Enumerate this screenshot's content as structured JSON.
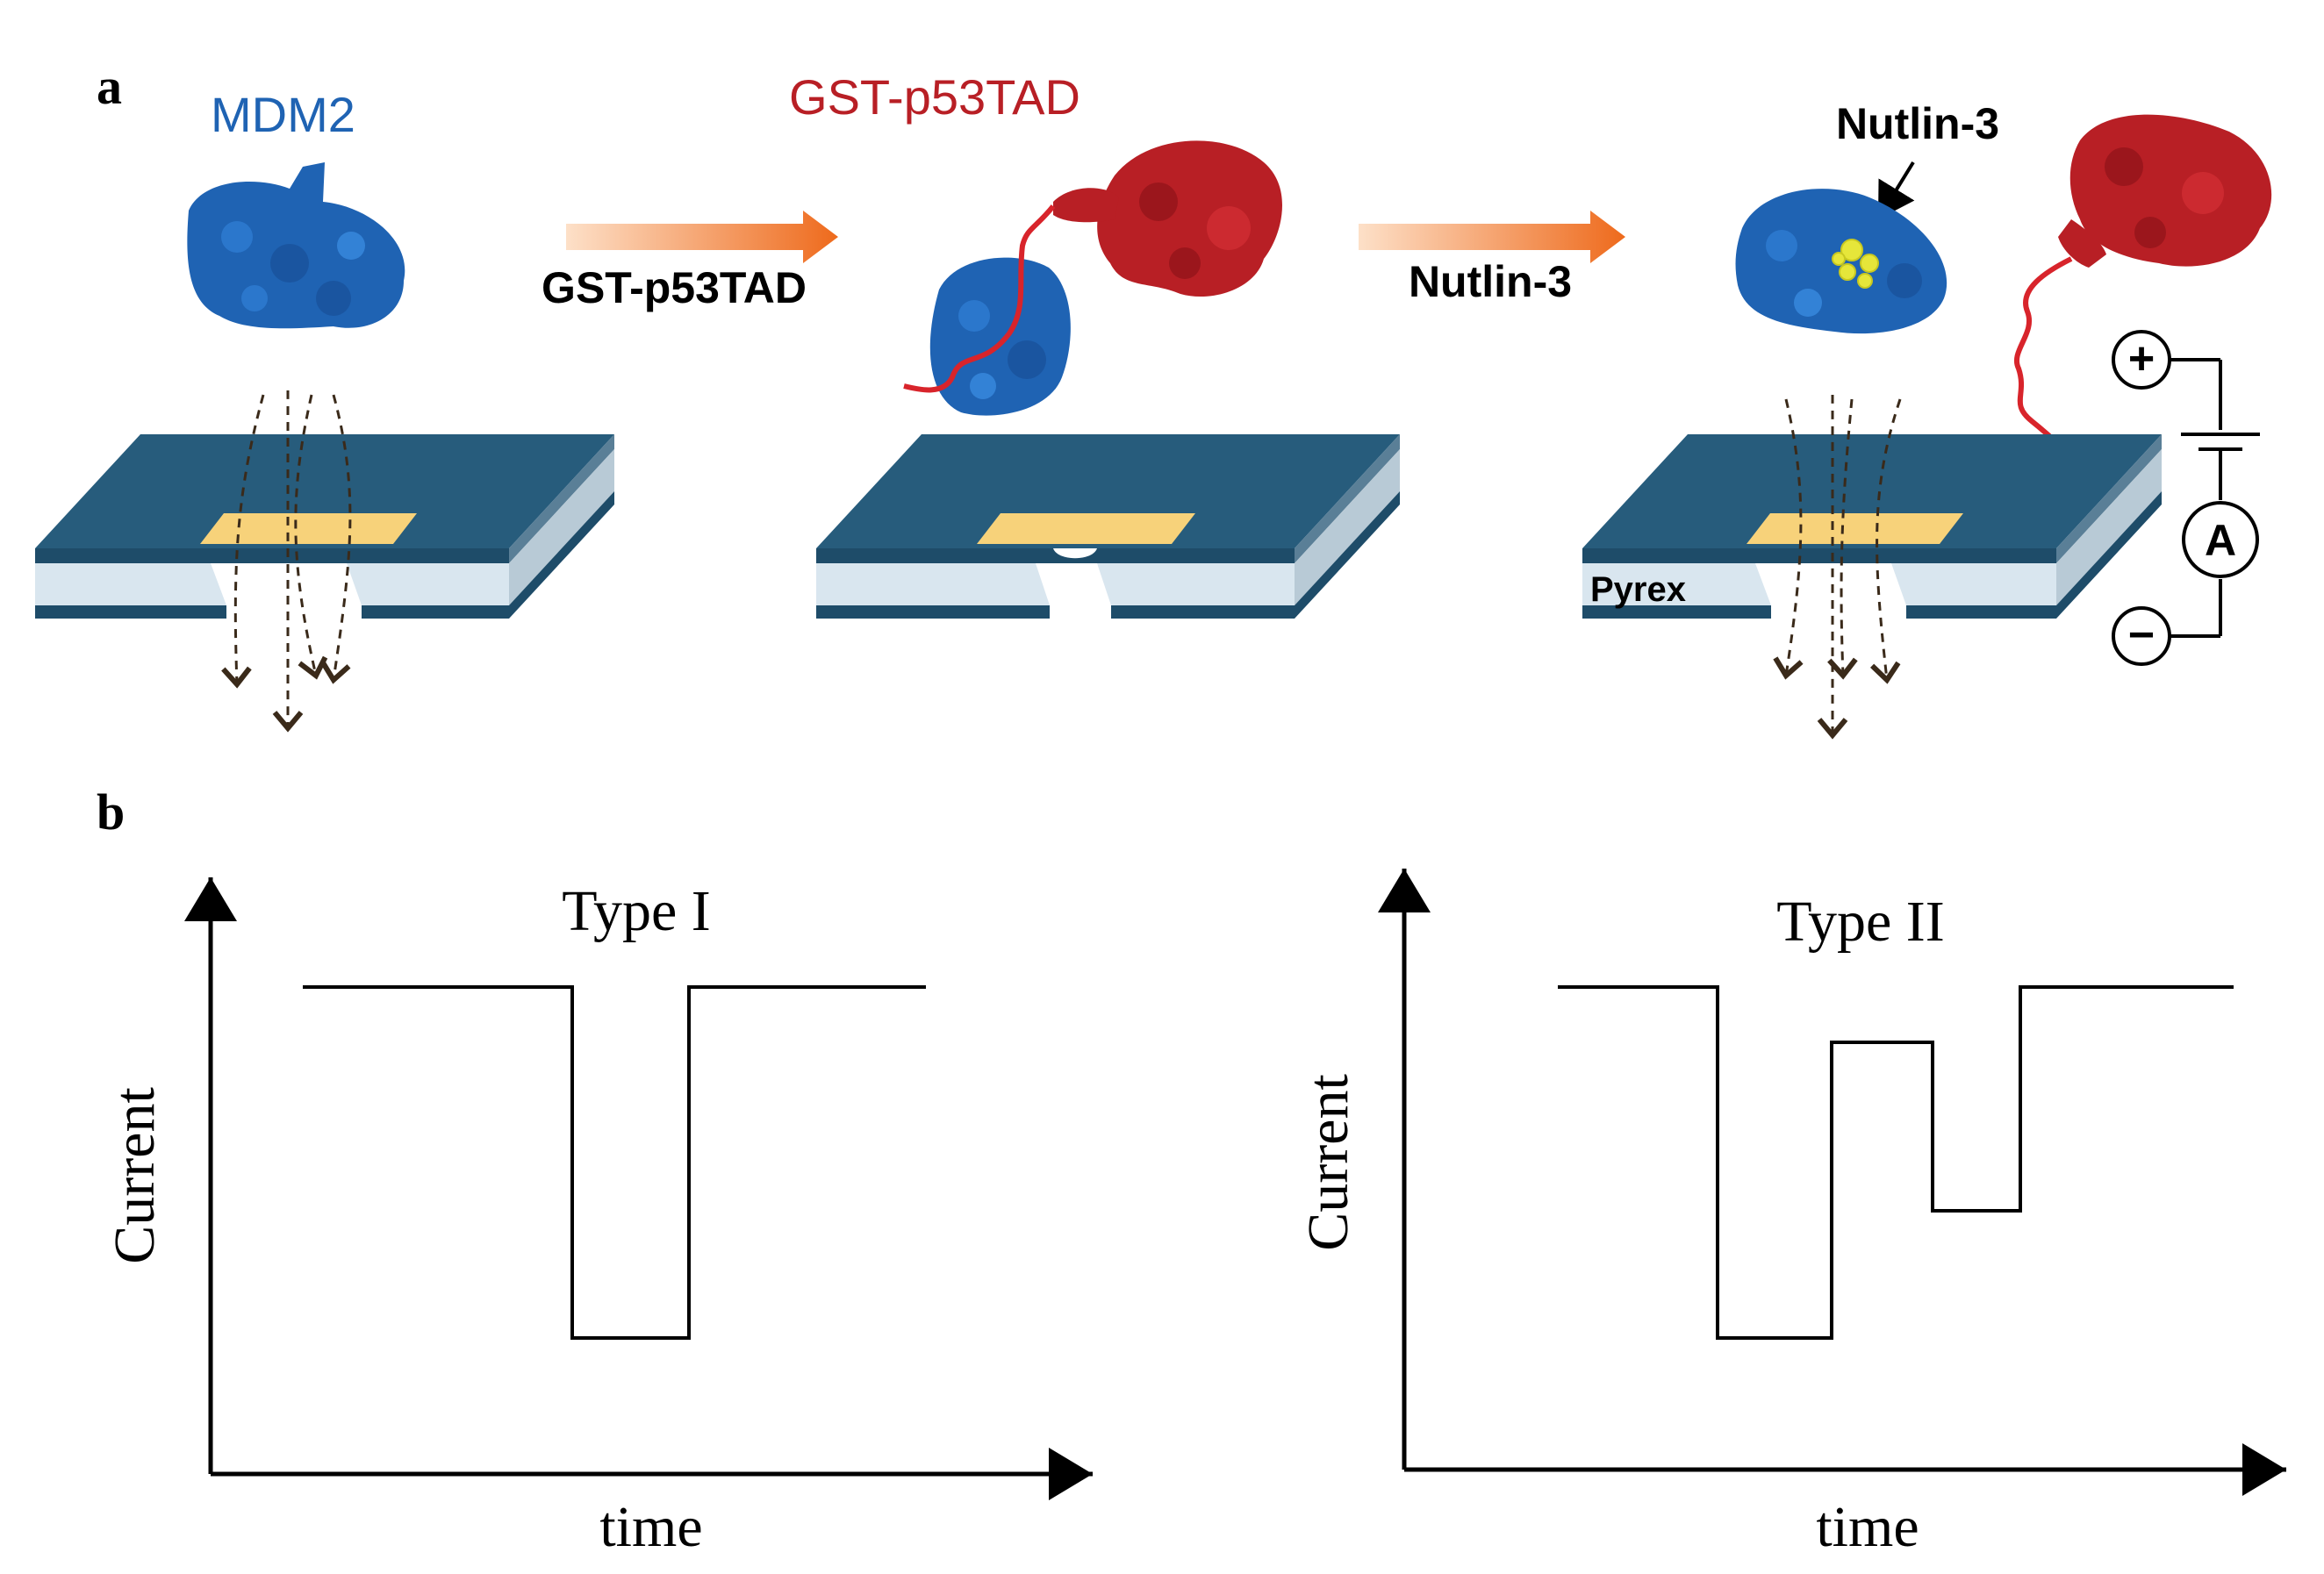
{
  "panels": {
    "a": {
      "label": "a",
      "mdm2_label": "MDM2",
      "gst_label": "GST-p53TAD",
      "arrow1_label": "GST-p53TAD",
      "arrow2_label": "Nutlin-3",
      "nutlin_label": "Nutlin-3",
      "pyrex_label": "Pyrex",
      "circuit": {
        "plus": "+",
        "minus": "−",
        "ammeter": "A"
      }
    },
    "b": {
      "label": "b",
      "left": {
        "title": "Type I",
        "ylabel": "Current",
        "xlabel": "time"
      },
      "right": {
        "title": "Type II",
        "ylabel": "Current",
        "xlabel": "time"
      }
    }
  },
  "colors": {
    "mdm2": "#1f63b3",
    "p53": "#b81f25",
    "chip_top": "#275c7c",
    "chip_layer": "#d9e6ef",
    "electrode": "#f7d27a",
    "arrow": "#f27a28",
    "nutlin": "#e6e63a"
  }
}
